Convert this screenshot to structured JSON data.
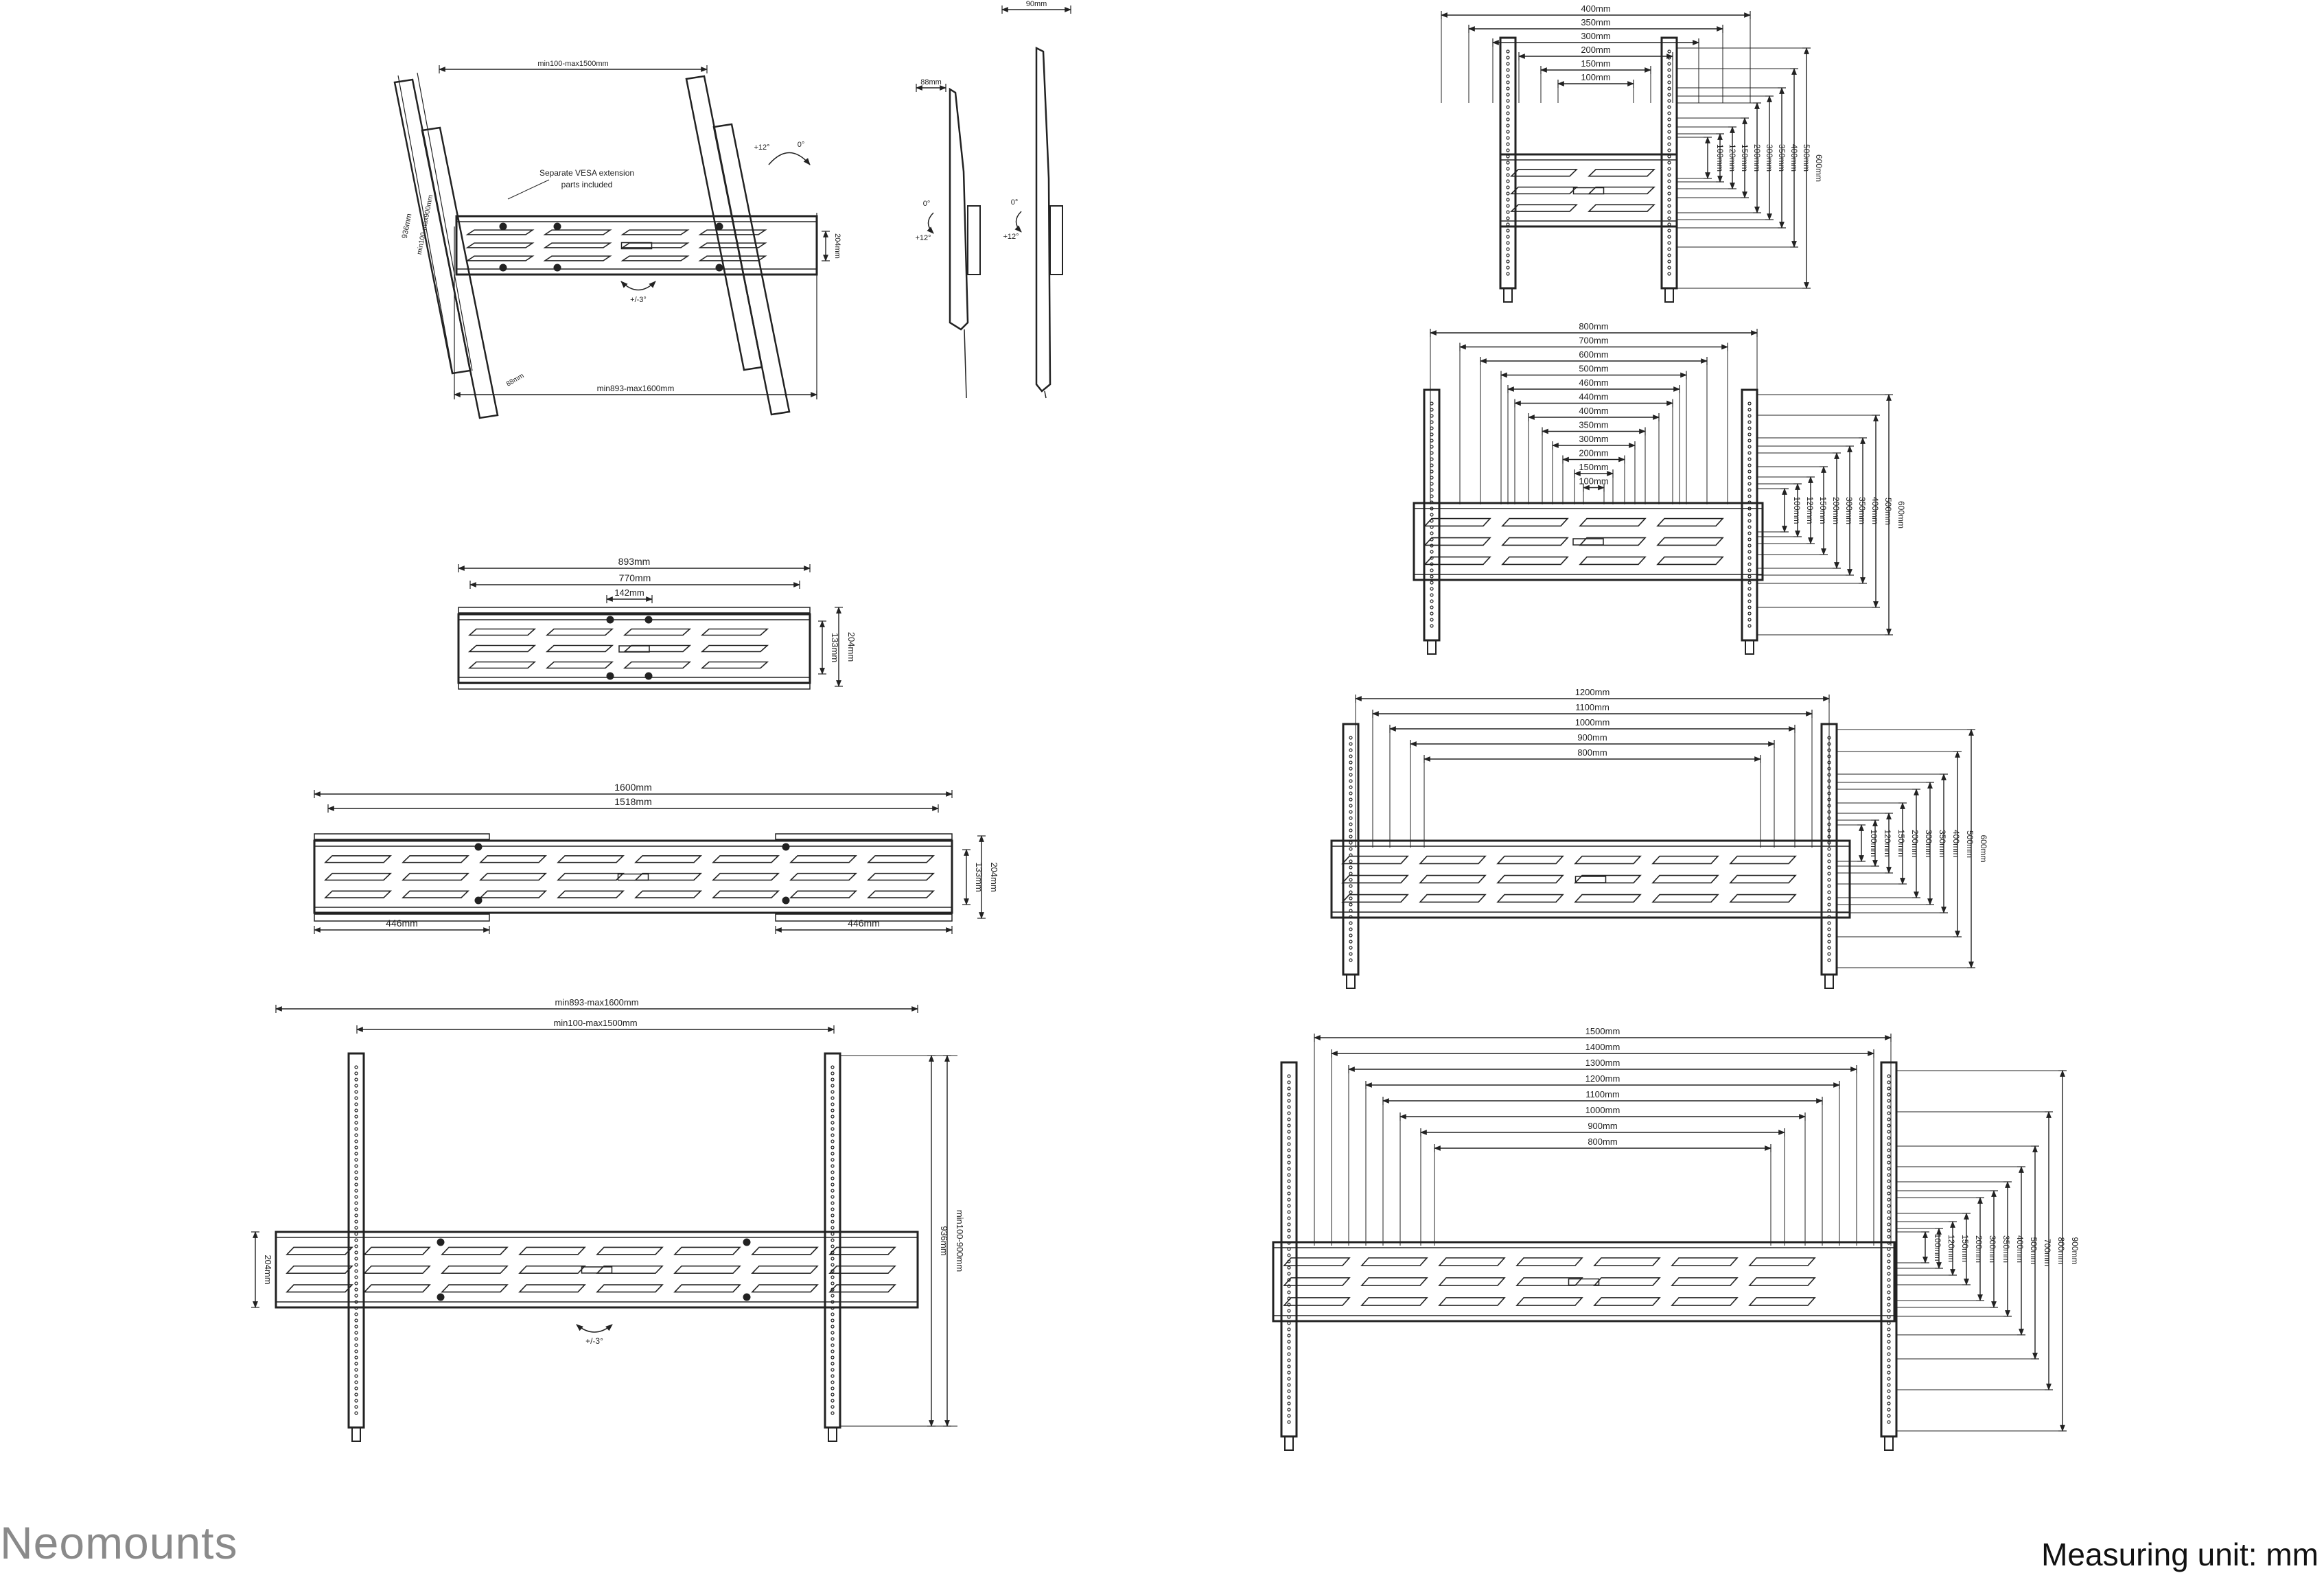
{
  "brand": "Neomounts",
  "measuring_unit": "Measuring unit: mm",
  "views": {
    "perspective": {
      "width_top": "min100-max1500mm",
      "width_bottom": "min893-max1600mm",
      "height_outer": "936mm",
      "height_inner": "min100-max900mm",
      "depth_bar": "204mm",
      "offset": "88mm",
      "tilt_pos": "+12°",
      "tilt_zero": "0°",
      "swivel": "+/-3°",
      "note_line1": "Separate VESA extension",
      "note_line2": "parts included"
    },
    "side": {
      "depth_a": "88mm",
      "depth_b": "90mm",
      "tilt_a_zero": "0°",
      "tilt_a_pos": "+12°",
      "tilt_b_zero": "0°",
      "tilt_b_pos": "+12°"
    },
    "bar_small": {
      "w1": "893mm",
      "w2": "770mm",
      "w3": "142mm",
      "h1": "204mm",
      "h2": "133mm"
    },
    "bar_large": {
      "w1": "1600mm",
      "w2": "1518mm",
      "left_ext": "446mm",
      "right_ext": "446mm",
      "h1": "204mm",
      "h2": "133mm"
    },
    "front": {
      "w1": "min893-max1600mm",
      "w2": "min100-max1500mm",
      "h_outer": "936mm",
      "h_inner": "min100-900mm",
      "h_left": "204mm",
      "swivel": "+/-3°"
    },
    "vesa_400": {
      "widths": [
        "400mm",
        "350mm",
        "300mm",
        "200mm",
        "150mm",
        "100mm"
      ],
      "heights": [
        "100mm",
        "120mm",
        "150mm",
        "200mm",
        "300mm",
        "350mm",
        "400mm",
        "500mm",
        "600mm"
      ]
    },
    "vesa_800": {
      "widths": [
        "800mm",
        "700mm",
        "600mm",
        "500mm",
        "460mm",
        "440mm",
        "400mm",
        "350mm",
        "300mm",
        "200mm",
        "150mm",
        "100mm"
      ],
      "heights": [
        "100mm",
        "120mm",
        "150mm",
        "200mm",
        "300mm",
        "350mm",
        "400mm",
        "500mm",
        "600mm"
      ]
    },
    "vesa_1200": {
      "widths": [
        "1200mm",
        "1100mm",
        "1000mm",
        "900mm",
        "800mm"
      ],
      "heights": [
        "100mm",
        "120mm",
        "150mm",
        "200mm",
        "300mm",
        "350mm",
        "400mm",
        "500mm",
        "600mm"
      ]
    },
    "vesa_1500": {
      "widths": [
        "1500mm",
        "1400mm",
        "1300mm",
        "1200mm",
        "1100mm",
        "1000mm",
        "900mm",
        "800mm"
      ],
      "heights": [
        "100mm",
        "120mm",
        "150mm",
        "200mm",
        "300mm",
        "350mm",
        "400mm",
        "500mm",
        "700mm",
        "800mm",
        "900mm"
      ]
    }
  }
}
